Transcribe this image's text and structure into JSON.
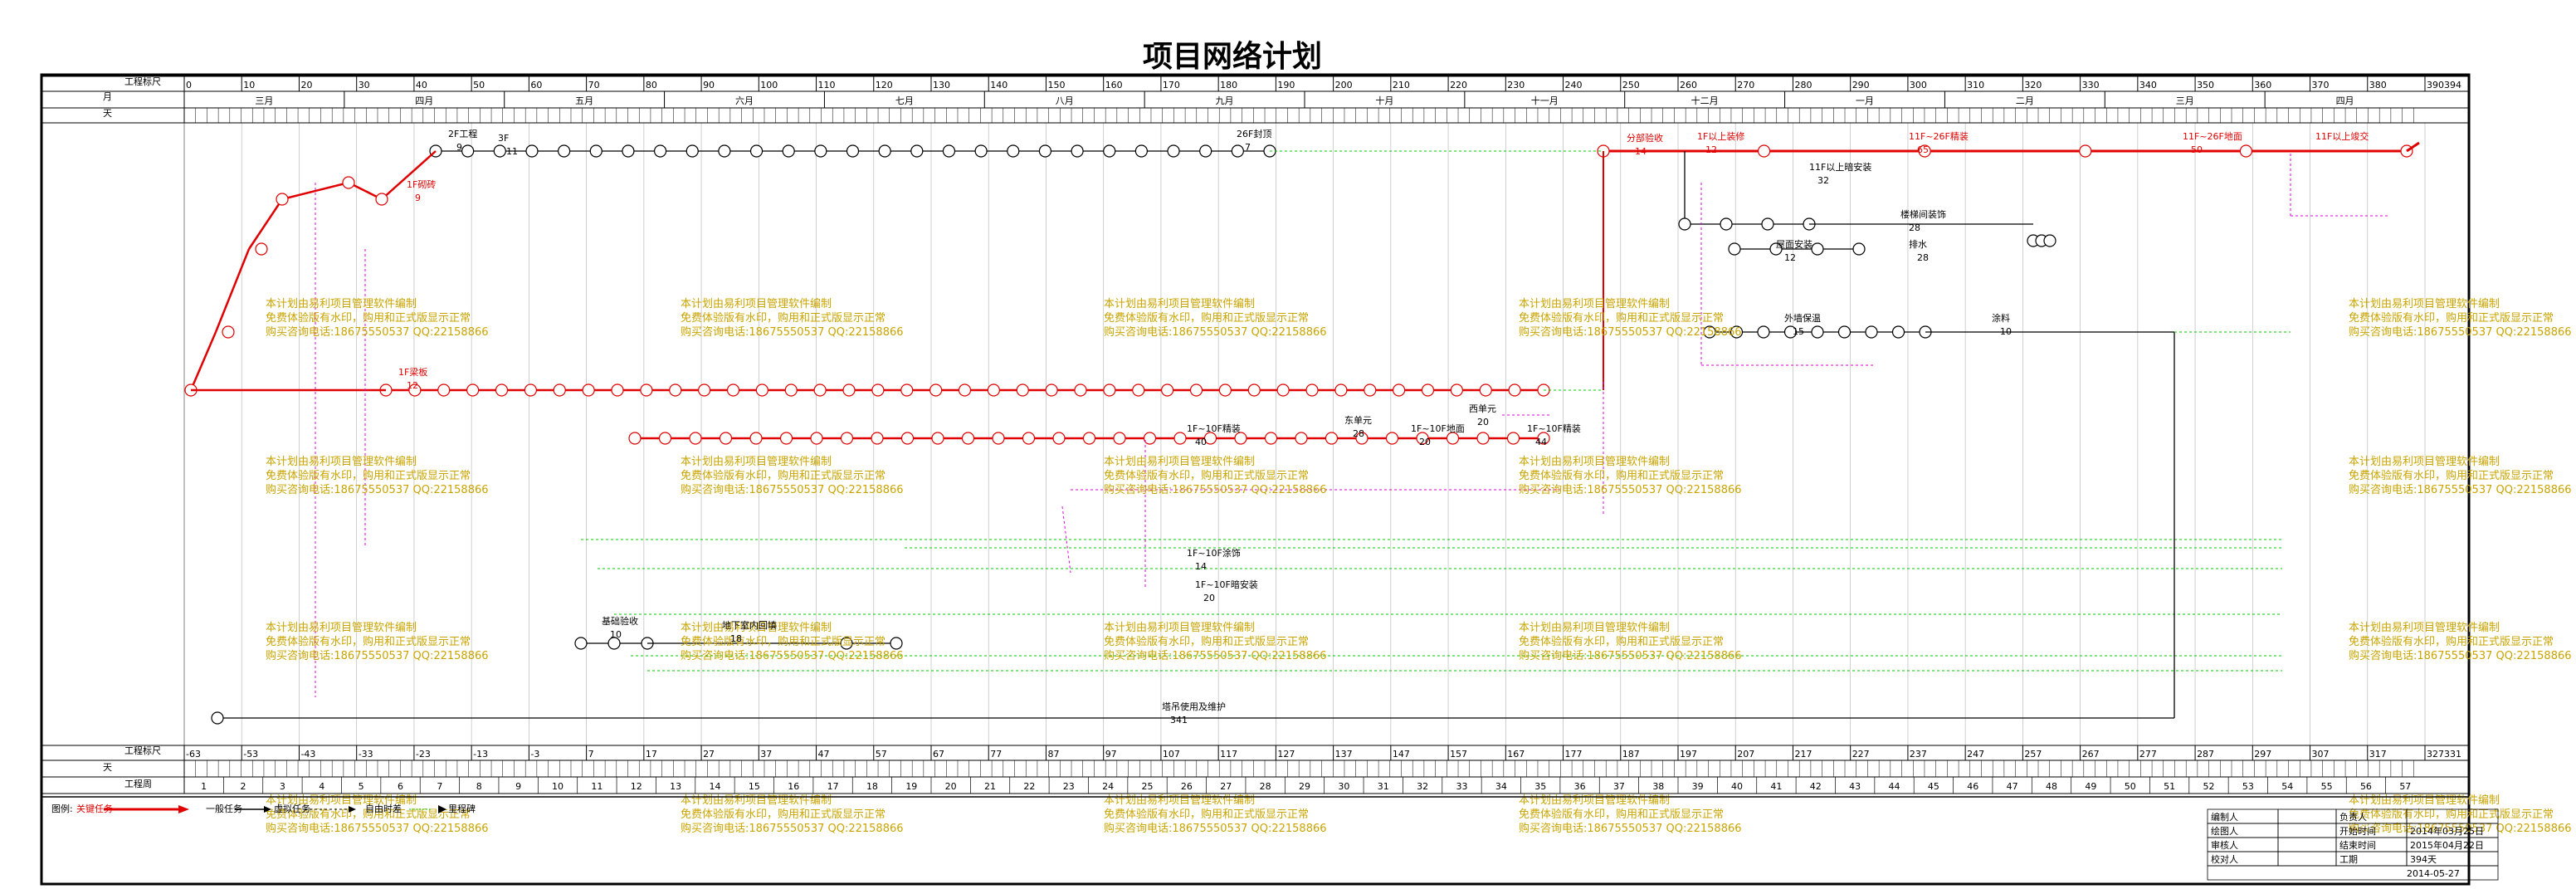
{
  "title": "项目网络计划",
  "header_rows": {
    "project_label": "工程标尺",
    "month_label": "月",
    "day_label": "天",
    "bottom_project_label": "工程标尺",
    "bottom_day_label": "天",
    "bottom_week_label": "工程周"
  },
  "top_ticks": [
    "0",
    "10",
    "20",
    "30",
    "40",
    "50",
    "60",
    "70",
    "80",
    "90",
    "100",
    "110",
    "120",
    "130",
    "140",
    "150",
    "160",
    "170",
    "180",
    "190",
    "200",
    "210",
    "220",
    "230",
    "240",
    "250",
    "260",
    "270",
    "280",
    "290",
    "300",
    "310",
    "320",
    "330",
    "340",
    "350",
    "360",
    "370",
    "380",
    "390394"
  ],
  "months": [
    "三月",
    "四月",
    "五月",
    "六月",
    "七月",
    "八月",
    "九月",
    "十月",
    "十一月",
    "十二月",
    "一月",
    "二月",
    "三月",
    "四月"
  ],
  "bottom_ticks": [
    "-63",
    "-53",
    "-43",
    "-33",
    "-23",
    "-13",
    "-3",
    "7",
    "17",
    "27",
    "37",
    "47",
    "57",
    "67",
    "77",
    "87",
    "97",
    "107",
    "117",
    "127",
    "137",
    "147",
    "157",
    "167",
    "177",
    "187",
    "197",
    "207",
    "217",
    "227",
    "237",
    "247",
    "257",
    "267",
    "277",
    "287",
    "297",
    "307",
    "317",
    "327331"
  ],
  "weeks": [
    "1",
    "2",
    "3",
    "4",
    "5",
    "6",
    "7",
    "8",
    "9",
    "10",
    "11",
    "12",
    "13",
    "14",
    "15",
    "16",
    "17",
    "18",
    "19",
    "20",
    "21",
    "22",
    "23",
    "24",
    "25",
    "26",
    "27",
    "28",
    "29",
    "30",
    "31",
    "32",
    "33",
    "34",
    "35",
    "36",
    "37",
    "38",
    "39",
    "40",
    "41",
    "42",
    "43",
    "44",
    "45",
    "46",
    "47",
    "48",
    "49",
    "50",
    "51",
    "52",
    "53",
    "54",
    "55",
    "56",
    "57"
  ],
  "tasks": [
    {
      "label": "2F工程",
      "dur": "9"
    },
    {
      "label": "3F",
      "dur": "11"
    },
    {
      "label": "26F封顶",
      "dur": "7"
    },
    {
      "label": "分部验收",
      "dur": "14"
    },
    {
      "label": "1F以上装修",
      "dur": "12"
    },
    {
      "label": "11F~26F精装",
      "dur": "65"
    },
    {
      "label": "11F~26F地面",
      "dur": "50"
    },
    {
      "label": "11F以上竣交",
      "dur": ""
    },
    {
      "label": "11F以上暗安装",
      "dur": "32"
    },
    {
      "label": "楼梯间装饰",
      "dur": "28"
    },
    {
      "label": "屋面安装",
      "dur": "12"
    },
    {
      "label": "排水",
      "dur": "28"
    },
    {
      "label": "1F~10F精装",
      "dur": "40"
    },
    {
      "label": "1F~10F地面",
      "dur": "20"
    },
    {
      "label": "1F~10F精装",
      "dur": "44"
    },
    {
      "label": "东单元",
      "dur": "28"
    },
    {
      "label": "西单元",
      "dur": "20"
    },
    {
      "label": "1F~10F涂饰",
      "dur": "14"
    },
    {
      "label": "1F~10F暗安装",
      "dur": "20"
    },
    {
      "label": "地下室内回填",
      "dur": "18"
    },
    {
      "label": "基础验收",
      "dur": "10"
    },
    {
      "label": "塔吊使用及维护",
      "dur": "341"
    },
    {
      "label": "1F梁板",
      "dur": "12"
    },
    {
      "label": "1F砌砖",
      "dur": "9"
    },
    {
      "label": "外墙保温",
      "dur": "15"
    },
    {
      "label": "涂料",
      "dur": "10"
    }
  ],
  "watermark": {
    "line1": "本计划由易利项目管理软件编制",
    "line2": "免费体验版有水印，购用和正式版显示正常",
    "line3": "购买咨询电话:18675550537 QQ:22158866"
  },
  "legend": {
    "label": "图例:",
    "critical": "关键任务",
    "normal": "一般任务",
    "virtual": "虚拟任务",
    "float": "自由时差",
    "milestone": "里程碑"
  },
  "info_table": {
    "rows": [
      [
        "编制人",
        "",
        "负责人",
        ""
      ],
      [
        "绘图人",
        "",
        "开始时间",
        "2014年03月25日"
      ],
      [
        "审核人",
        "",
        "结束时间",
        "2015年04月22日"
      ],
      [
        "校对人",
        "",
        "工期",
        "394天"
      ]
    ],
    "date": "2014-05-27"
  },
  "colors": {
    "critical": "#e00000",
    "normal": "#000000",
    "float": "#00cc00",
    "virtual": "#e000e0",
    "watermark": "#c9a400"
  }
}
